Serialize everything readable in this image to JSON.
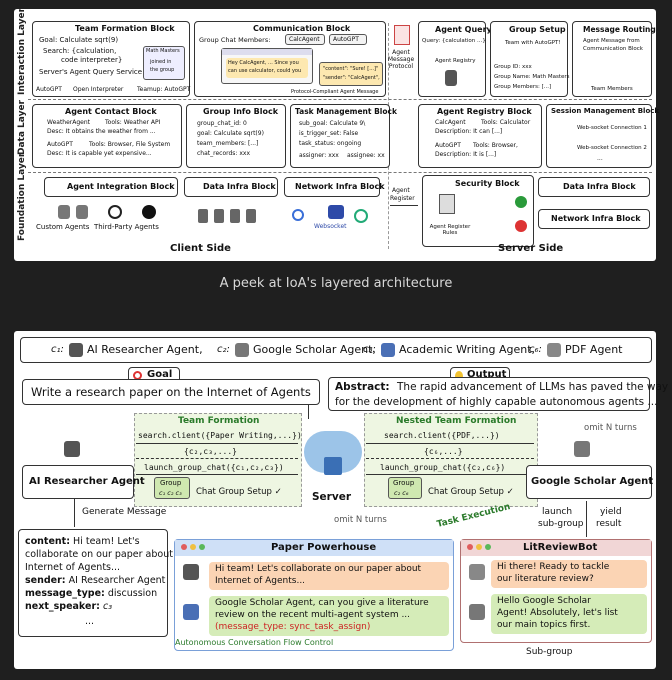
{
  "top": {
    "layers": [
      "Interaction Layer",
      "Data Layer",
      "Foundation Layer"
    ],
    "team_formation": {
      "title": "Team Formation Block",
      "goal": "Goal: Calculate sqrt(9)",
      "search": "Search: {calculation,",
      "search2": "code interpreter}",
      "service": "Server's Agent Query Service",
      "autogpt": "AutoGPT",
      "open_interp": "Open Interpreter",
      "teamup": "Teamup: AutoGPT"
    },
    "communication": {
      "title": "Communication Block",
      "members_label": "Group Chat Members:",
      "m1": "CalcAgent",
      "m2": "AutoGPT",
      "math": "Math Masters",
      "joined": "joined in",
      "thegroup": "the group",
      "msg1": "Hey CalcAgent, ... Since you",
      "msg2": "can use calculator, could you",
      "content": "\"content\": \"Sure! [...]\"",
      "sender": "\"sender\": \"CalcAgent\",",
      "protocol": "Protocol-Compliant Agent Message",
      "agent_msg": "Agent Message Protocol"
    },
    "agent_query": {
      "title": "Agent Query",
      "query": "Query: {calculation ...}",
      "registry": "Agent Registry"
    },
    "group_setup": {
      "title": "Group Setup",
      "team": "Team with AutoGPT!",
      "gid": "Group ID: xxx",
      "gname": "Group Name: Math Masters",
      "gmembers": "Group Members: [...]"
    },
    "routing": {
      "title": "Message Routing",
      "desc1": "Agent Message from",
      "desc2": "Communication Block",
      "team": "Team Members"
    },
    "agent_contact": {
      "title": "Agent Contact Block",
      "r1a": "WeatherAgent",
      "r1b": "Tools: Weather API",
      "r1c": "Desc: It obtains the weather from ...",
      "r2a": "AutoGPT",
      "r2b": "Tools: Browser, File System",
      "r2c": "Desc: It is capable yet expensive..."
    },
    "group_info": {
      "title": "Group Info Block",
      "l1": "group_chat_id: 0",
      "l2": "goal: Calculate sqrt(9)",
      "l3": "team_members: [...]",
      "l4": "chat_records: xxx"
    },
    "task_mgmt": {
      "title": "Task Management Block",
      "l1": "sub_goal: Calculate 9\\",
      "l2": "is_trigger_set: False",
      "l3": "task_status: ongoing",
      "l4a": "assigner: xxx",
      "l4b": "assignee: xx"
    },
    "registry_block": {
      "title": "Agent Registry Block",
      "l1a": "CalcAgent",
      "l1b": "Tools: Calculator",
      "l2": "Description: It can [...]",
      "l3a": "AutoGPT",
      "l3b": "Tools: Browser,",
      "l4": "Description: It is [...]"
    },
    "session": {
      "title": "Session Management Block",
      "c1": "Web-socket Connection 1",
      "c2": "Web-socket Connection 2",
      "more": "..."
    },
    "integration": {
      "title": "Agent Integration Block",
      "custom": "Custom Agents",
      "third": "Third-Party Agents"
    },
    "data_infra_c": {
      "title": "Data Infra Block"
    },
    "network_c": {
      "title": "Network Infra Block",
      "ws": "Websocket"
    },
    "security": {
      "title": "Security Block",
      "agent": "Agent",
      "register": "Register",
      "rules": "Agent Register Rules"
    },
    "data_infra_s": {
      "title": "Data Infra Block"
    },
    "network_s": {
      "title": "Network Infra Block"
    },
    "client": "Client Side",
    "server": "Server Side"
  },
  "caption": "A peek at IoA's layered architecture",
  "bottom": {
    "legend": [
      {
        "code": "c₁:",
        "name": "AI Researcher Agent,"
      },
      {
        "code": "c₂:",
        "name": "Google Scholar Agent,"
      },
      {
        "code": "c₃:",
        "name": "Academic Writing Agent,"
      },
      {
        "code": "c₆:",
        "name": "PDF Agent"
      }
    ],
    "goal_tag": "Goal",
    "goal_text": "Write a research paper on the Internet of Agents",
    "output_tag": "Output",
    "abstract_label": "Abstract:",
    "abstract_1": "The rapid advancement of LLMs has paved the way",
    "abstract_2": "for the development of highly capable autonomous agents ...",
    "team_formation": "Team Formation",
    "nested_team": "Nested Team Formation",
    "search_left": "search.client({Paper Writing,...})",
    "search_right": "search.client({PDF,...})",
    "set_left": "{c₂,c₃,...}",
    "set_right": "{c₆,...}",
    "launch_left": "launch_group_chat({c₁,c₂,c₃})",
    "launch_right": "launch_group_chat({c₂,c₆})",
    "group_label": "Group",
    "group_left": "c₁ c₂ c₃",
    "group_right": "c₂ c₆",
    "chat_setup": "Chat Group Setup ✓",
    "server": "Server",
    "ai_researcher": "AI Researcher Agent",
    "google_scholar": "Google Scholar Agent",
    "omit": "omit N turns",
    "generate": "Generate Message",
    "task_exec": "Task Execution",
    "launch": "launch",
    "subgroup_lbl": "sub-group",
    "yield": "yield",
    "result": "result",
    "msg": {
      "content_k": "content:",
      "content_v": "Hi team! Let's",
      "line2": "collaborate on our paper about",
      "line3": "Internet of Agents...",
      "sender_k": "sender:",
      "sender_v": "AI Researcher Agent",
      "type_k": "message_type:",
      "type_v": "discussion",
      "next_k": "next_speaker:",
      "next_v": "c₃",
      "dots": "..."
    },
    "pp_title": "Paper Powerhouse",
    "pp_msg1a": "Hi team! Let's collaborate on our paper about",
    "pp_msg1b": "Internet of Agents...",
    "pp_msg2a": "Google Scholar Agent, can you give a literature",
    "pp_msg2b": "review on the recent multi-agent system ...",
    "pp_msg2c": "(message_type: sync_task_assign)",
    "pp_footer": "Autonomous Conversation Flow Control",
    "lr_title": "LitReviewBot",
    "lr_msg1a": "Hi there! Ready to tackle",
    "lr_msg1b": "our literature review?",
    "lr_msg2a": "Hello Google Scholar",
    "lr_msg2b": "Agent! Absolutely, let's list",
    "lr_msg2c": "our main topics first.",
    "lr_footer": "Sub-group",
    "dots": "..."
  }
}
